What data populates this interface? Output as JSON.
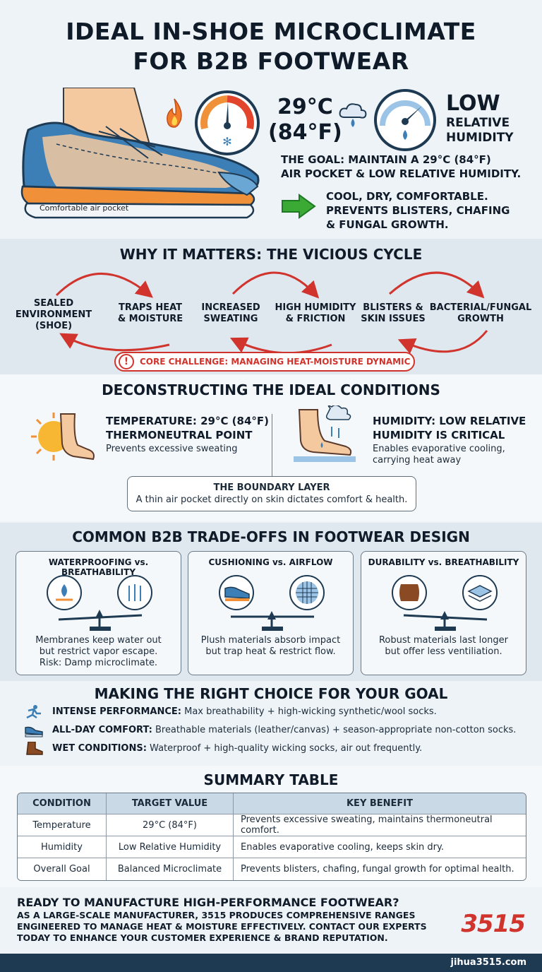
{
  "header": {
    "title_line1": "IDEAL IN-SHOE MICROCLIMATE",
    "title_line2": "FOR B2B FOOTWEAR"
  },
  "hero": {
    "shoe_label": "Comfortable air pocket",
    "temp_c": "29°C",
    "temp_f": "(84°F)",
    "hum_big": "LOW",
    "hum_small1": "RELATIVE",
    "hum_small2": "HUMIDITY",
    "goal_line1": "THE GOAL: MAINTAIN A 29°C (84°F)",
    "goal_line2": "AIR POCKET & LOW RELATIVE HUMIDITY.",
    "benefit_line1": "COOL, DRY, COMFORTABLE.",
    "benefit_line2": "PREVENTS BLISTERS, CHAFING",
    "benefit_line3": "& FUNGAL GROWTH."
  },
  "cycle": {
    "title": "WHY IT MATTERS: THE VICIOUS CYCLE",
    "nodes": [
      {
        "l1": "SEALED",
        "l2": "ENVIRONMENT",
        "l3": "(SHOE)"
      },
      {
        "l1": "TRAPS HEAT",
        "l2": "& MOISTURE",
        "l3": ""
      },
      {
        "l1": "INCREASED",
        "l2": "SWEATING",
        "l3": ""
      },
      {
        "l1": "HIGH HUMIDITY",
        "l2": "& FRICTION",
        "l3": ""
      },
      {
        "l1": "BLISTERS &",
        "l2": "SKIN ISSUES",
        "l3": ""
      },
      {
        "l1": "BACTERIAL/FUNGAL",
        "l2": "GROWTH",
        "l3": ""
      }
    ],
    "core_icon": "!",
    "core_challenge": "CORE CHALLENGE: MANAGING HEAT-MOISTURE DYNAMIC"
  },
  "deconstruct": {
    "title": "DECONSTRUCTING THE IDEAL CONDITIONS",
    "temp_title1": "TEMPERATURE: 29°C (84°F)",
    "temp_title2": "THERMONEUTRAL POINT",
    "temp_sub": "Prevents excessive sweating",
    "hum_title1": "HUMIDITY: LOW RELATIVE",
    "hum_title2": "HUMIDITY IS CRITICAL",
    "hum_sub1": "Enables evaporative cooling,",
    "hum_sub2": "carrying heat away",
    "boundary_title": "THE BOUNDARY LAYER",
    "boundary_sub": "A thin air pocket directly on skin dictates comfort & health."
  },
  "tradeoffs": {
    "title": "COMMON B2B TRADE-OFFS IN FOOTWEAR DESIGN",
    "cards": [
      {
        "title": "WATERPROOFING vs. BREATHABILITY",
        "d1": "Membranes keep water out",
        "d2": "but restrict vapor escape.",
        "d3": "Risk: Damp microclimate."
      },
      {
        "title": "CUSHIONING vs. AIRFLOW",
        "d1": "Plush materials absorb impact",
        "d2": "but trap heat & restrict flow.",
        "d3": ""
      },
      {
        "title": "DURABILITY vs. BREATHABILITY",
        "d1": "Robust materials last longer",
        "d2": "but offer less ventiliation.",
        "d3": ""
      }
    ]
  },
  "choice": {
    "title": "MAKING THE RIGHT CHOICE FOR YOUR GOAL",
    "rows": [
      {
        "label": "INTENSE PERFORMANCE:",
        "text": " Max breathability + high-wicking synthetic/wool socks.",
        "icon": "runner-icon"
      },
      {
        "label": "ALL-DAY COMFORT:",
        "text": " Breathable materials (leather/canvas) + season-appropriate non-cotton socks.",
        "icon": "sneaker-icon"
      },
      {
        "label": "WET CONDITIONS:",
        "text": " Waterproof + high-quality wicking socks, air out frequently.",
        "icon": "boot-icon"
      }
    ]
  },
  "summary": {
    "title": "SUMMARY TABLE",
    "headers": [
      "CONDITION",
      "TARGET VALUE",
      "KEY BENEFIT"
    ],
    "rows": [
      [
        "Temperature",
        "29°C (84°F)",
        "Prevents excessive sweating, maintains thermoneutral comfort."
      ],
      [
        "Humidity",
        "Low Relative Humidity",
        "Enables evaporative cooling, keeps skin dry."
      ],
      [
        "Overall Goal",
        "Balanced Microclimate",
        "Prevents blisters, chafing, fungal growth for optimal health."
      ]
    ]
  },
  "cta": {
    "title": "READY TO MANUFACTURE HIGH-PERFORMANCE FOOTWEAR?",
    "b1": "AS A LARGE-SCALE MANUFACTURER, 3515 PRODUCES COMPREHENSIVE RANGES",
    "b2": "ENGINEERED TO MANAGE HEAT & MOISTURE EFFECTIVELY. CONTACT OUR EXPERTS",
    "b3": "TODAY TO ENHANCE YOUR CUSTOMER EXPERIENCE & BRAND REPUTATION.",
    "logo": "3515",
    "site": "jihua3515.com"
  },
  "colors": {
    "accent_red": "#d0342c",
    "accent_green": "#3aaa35",
    "navy": "#1e3a52",
    "steel_blue": "#3b7fb6"
  }
}
